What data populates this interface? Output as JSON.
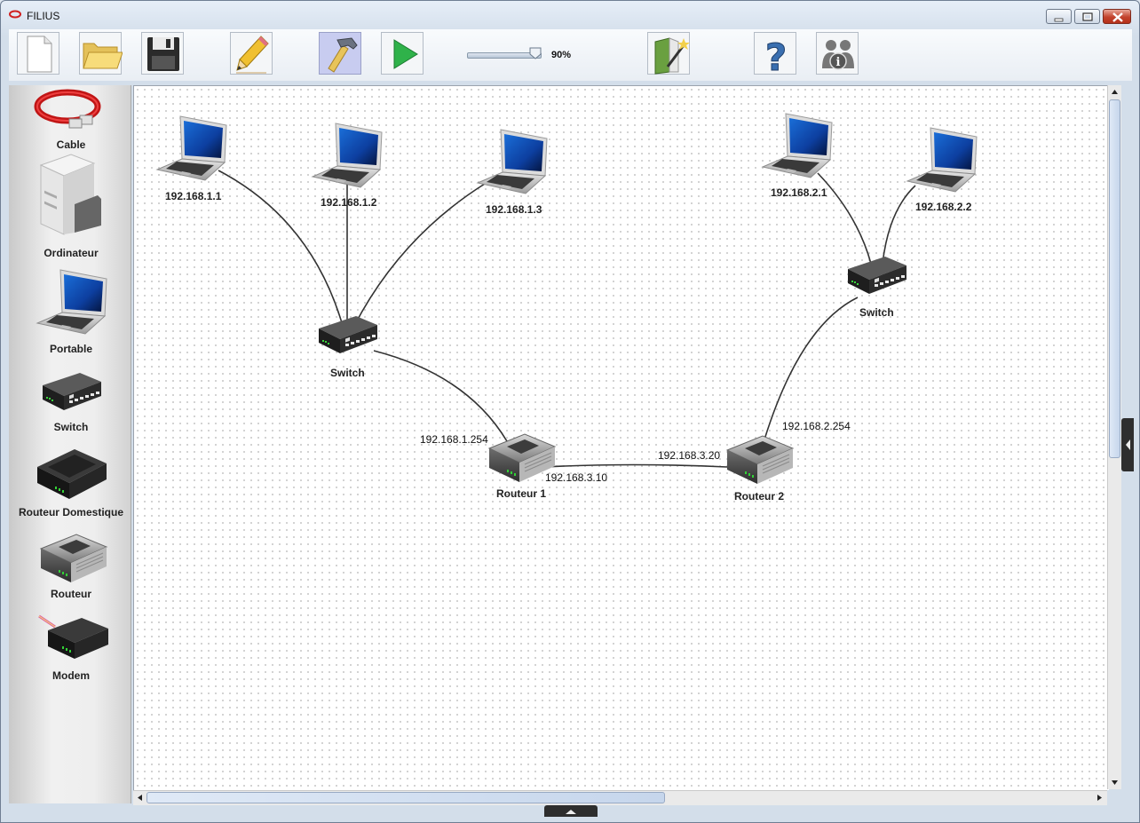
{
  "window": {
    "title": "FILIUS"
  },
  "toolbar": {
    "buttons": [
      {
        "name": "new-file-button",
        "icon": "new-document-icon"
      },
      {
        "name": "open-button",
        "icon": "folder-icon"
      },
      {
        "name": "save-button",
        "icon": "floppy-disk-icon"
      },
      {
        "name": "design-mode-button",
        "icon": "pencil-icon"
      },
      {
        "name": "build-mode-button",
        "icon": "hammer-icon",
        "active": true
      },
      {
        "name": "simulation-mode-button",
        "icon": "play-icon"
      },
      {
        "name": "wizard-button",
        "icon": "magic-wand-book-icon"
      },
      {
        "name": "help-button",
        "icon": "question-mark-icon"
      },
      {
        "name": "info-button",
        "icon": "info-people-icon"
      }
    ],
    "zoom_label": "90%",
    "zoom_value": 0.9
  },
  "palette": {
    "cable": "Cable",
    "ordinateur": "Ordinateur",
    "portable": "Portable",
    "switch": "Switch",
    "routeur_domestique": "Routeur Domestique",
    "routeur": "Routeur",
    "modem": "Modem"
  },
  "network": {
    "laptops": {
      "l1": "192.168.1.1",
      "l2": "192.168.1.2",
      "l3": "192.168.1.3",
      "l4": "192.168.2.1",
      "l5": "192.168.2.2"
    },
    "switches": {
      "s1": "Switch",
      "s2": "Switch"
    },
    "routers": {
      "r1": "Routeur 1",
      "r2": "Routeur 2"
    },
    "interfaces": {
      "r1_lan": "192.168.1.254",
      "r1_wan": "192.168.3.10",
      "r2_wan": "192.168.3.20",
      "r2_lan": "192.168.2.254"
    }
  },
  "colors": {
    "canvas_bg": "#ffffff",
    "cable": "#333333",
    "palette_cable": "#d81c1c",
    "play_green": "#2fb24a",
    "close_red": "#c2432d"
  }
}
